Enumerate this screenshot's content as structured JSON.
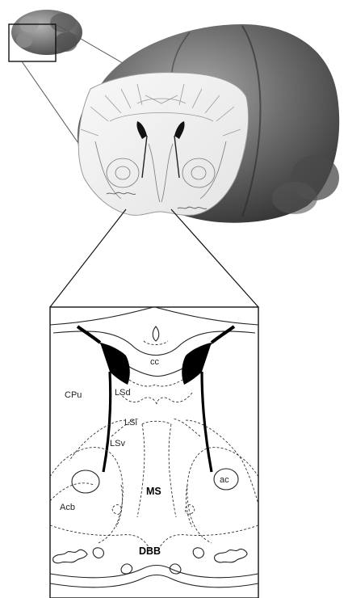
{
  "labels": {
    "cc": "cc",
    "cpu": "CPu",
    "lsd": "LSd",
    "lsi": "LSi",
    "lsv": "LSv",
    "ac": "ac",
    "acb": "Acb",
    "ms": "MS",
    "dbb": "DBB"
  },
  "colors": {
    "background": "#ffffff",
    "brain_dark": "#3a3a3a",
    "brain_light": "#8a8a8a",
    "section_fill": "#f2f2f2",
    "ventricle": "#000000",
    "line": "#222222"
  }
}
